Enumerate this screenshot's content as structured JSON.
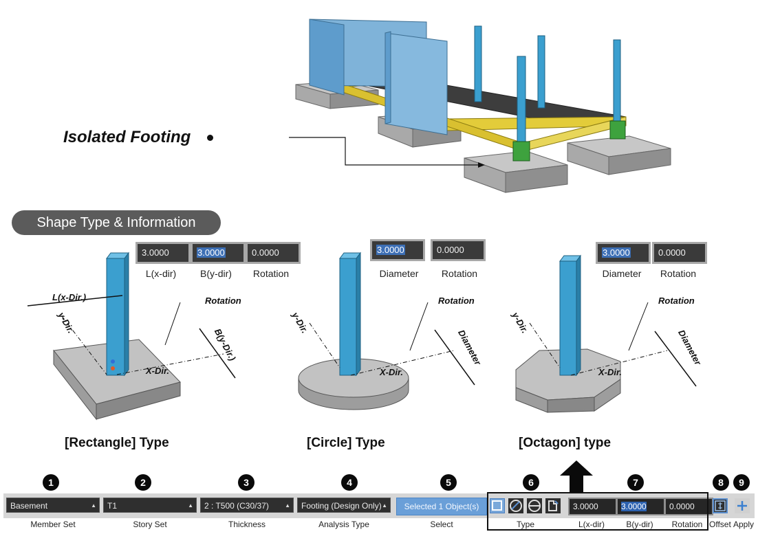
{
  "illustration": {
    "isolated_footing_label": "Isolated Footing",
    "section_pill": "Shape Type & Information"
  },
  "shapes": {
    "rectangle": {
      "caption": "[Rectangle] Type",
      "fields": [
        {
          "value": "3.0000",
          "label": "L(x-dir)",
          "selected": false
        },
        {
          "value": "3.0000",
          "label": "B(y-dir)",
          "selected": true
        },
        {
          "value": "0.0000",
          "label": "Rotation",
          "selected": false
        }
      ],
      "dims": {
        "l": "L(x-Dir.)",
        "b": "B(y-Dir.)",
        "y": "y-Dir.",
        "x": "X-Dir.",
        "rot": "Rotation"
      }
    },
    "circle": {
      "caption": "[Circle] Type",
      "fields": [
        {
          "value": "3.0000",
          "label": "Diameter",
          "selected": true
        },
        {
          "value": "0.0000",
          "label": "Rotation",
          "selected": false
        }
      ],
      "dims": {
        "d": "Diameter",
        "y": "y-Dir.",
        "x": "X-Dir.",
        "rot": "Rotation"
      }
    },
    "octagon": {
      "caption": "[Octagon] type",
      "fields": [
        {
          "value": "3.0000",
          "label": "Diameter",
          "selected": true
        },
        {
          "value": "0.0000",
          "label": "Rotation",
          "selected": false
        }
      ],
      "dims": {
        "d": "Diameter",
        "y": "y-Dir.",
        "x": "X-Dir.",
        "rot": "Rotation"
      }
    }
  },
  "toolbar": {
    "badges": [
      "1",
      "2",
      "3",
      "4",
      "5",
      "6",
      "7",
      "8",
      "9"
    ],
    "member_set": {
      "value": "Basement",
      "label": "Member Set"
    },
    "story_set": {
      "value": "T1",
      "label": "Story Set"
    },
    "thickness": {
      "value": "2 : T500 (C30/37)",
      "label": "Thickness"
    },
    "analysis_type": {
      "value": "Footing (Design Only)",
      "label": "Analysis Type"
    },
    "select": {
      "value": "Selected 1 Object(s)",
      "label": "Select"
    },
    "type_label": "Type",
    "type_icons": [
      "rectangle-type-icon",
      "circle-type-icon",
      "octagon-type-icon",
      "custom-type-icon"
    ],
    "l_x_dir": {
      "value": "3.0000",
      "label": "L(x-dir)"
    },
    "b_y_dir": {
      "value": "3.0000",
      "label": "B(y-dir)"
    },
    "rotation": {
      "value": "0.0000",
      "label": "Rotation"
    },
    "offset_label": "Offset",
    "apply_label": "Apply"
  },
  "colors": {
    "column": "#3b9fcf",
    "beam": "#e3cc3a",
    "footing": "#b9b9b9",
    "pedestal": "#3ea23e",
    "accent_blue": "#6a9fd8"
  }
}
